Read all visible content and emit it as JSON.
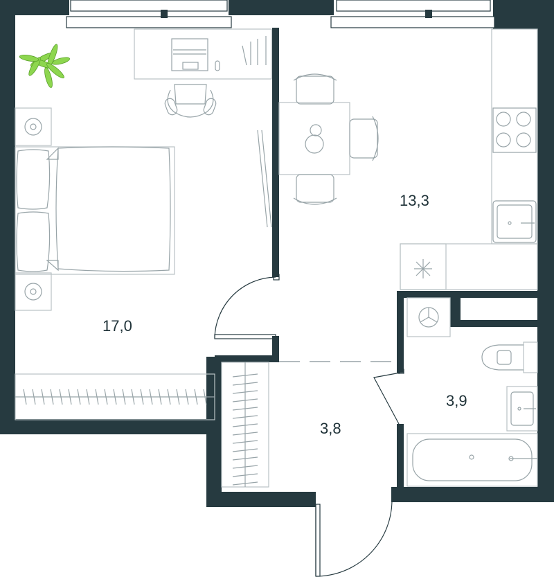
{
  "rooms": [
    {
      "id": "bedroom",
      "area": "17,0"
    },
    {
      "id": "kitchen-living",
      "area": "13,3"
    },
    {
      "id": "hallway",
      "area": "3,8"
    },
    {
      "id": "bathroom",
      "area": "3,9"
    }
  ],
  "colors": {
    "wall": "#263a40",
    "furniture_line": "#b9c2c5",
    "plant": "#8dd64f",
    "background": "#ffffff"
  },
  "icons": [
    "plant-icon",
    "bed-icon",
    "desk-icon",
    "office-chair-icon",
    "dining-table-icon",
    "dining-chair-icon",
    "stove-icon",
    "kitchen-sink-icon",
    "fridge-icon",
    "washing-machine-icon",
    "toilet-icon",
    "washbasin-icon",
    "bathtub-icon",
    "wardrobe-icon",
    "nightstand-icon",
    "mirror-icon"
  ]
}
